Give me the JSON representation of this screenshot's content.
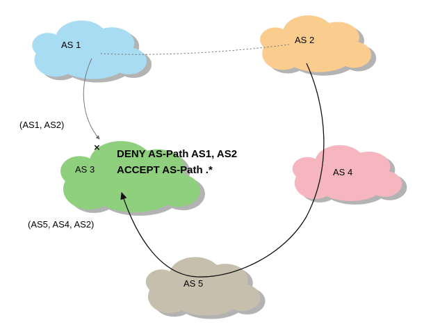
{
  "diagram": {
    "clouds": {
      "as1": {
        "label": "AS 1",
        "color": "#A8DCF2"
      },
      "as2": {
        "label": "AS 2",
        "color": "#FACD8E"
      },
      "as3": {
        "label": "AS 3",
        "color": "#8FD07E"
      },
      "as4": {
        "label": "AS 4",
        "color": "#F6B6BF"
      },
      "as5": {
        "label": "AS 5",
        "color": "#C6BFAD"
      }
    },
    "annotations": {
      "rejected_path": "(AS1, AS2)",
      "accepted_path": "(AS5, AS4, AS2)",
      "reject_marker": "×",
      "policy_deny": "DENY AS-Path AS1, AS2",
      "policy_accept": "ACCEPT AS-Path .*"
    },
    "shadow_color": "#9A9A9A",
    "route_rejected_color": "#777777",
    "route_accepted_color": "#111111"
  }
}
